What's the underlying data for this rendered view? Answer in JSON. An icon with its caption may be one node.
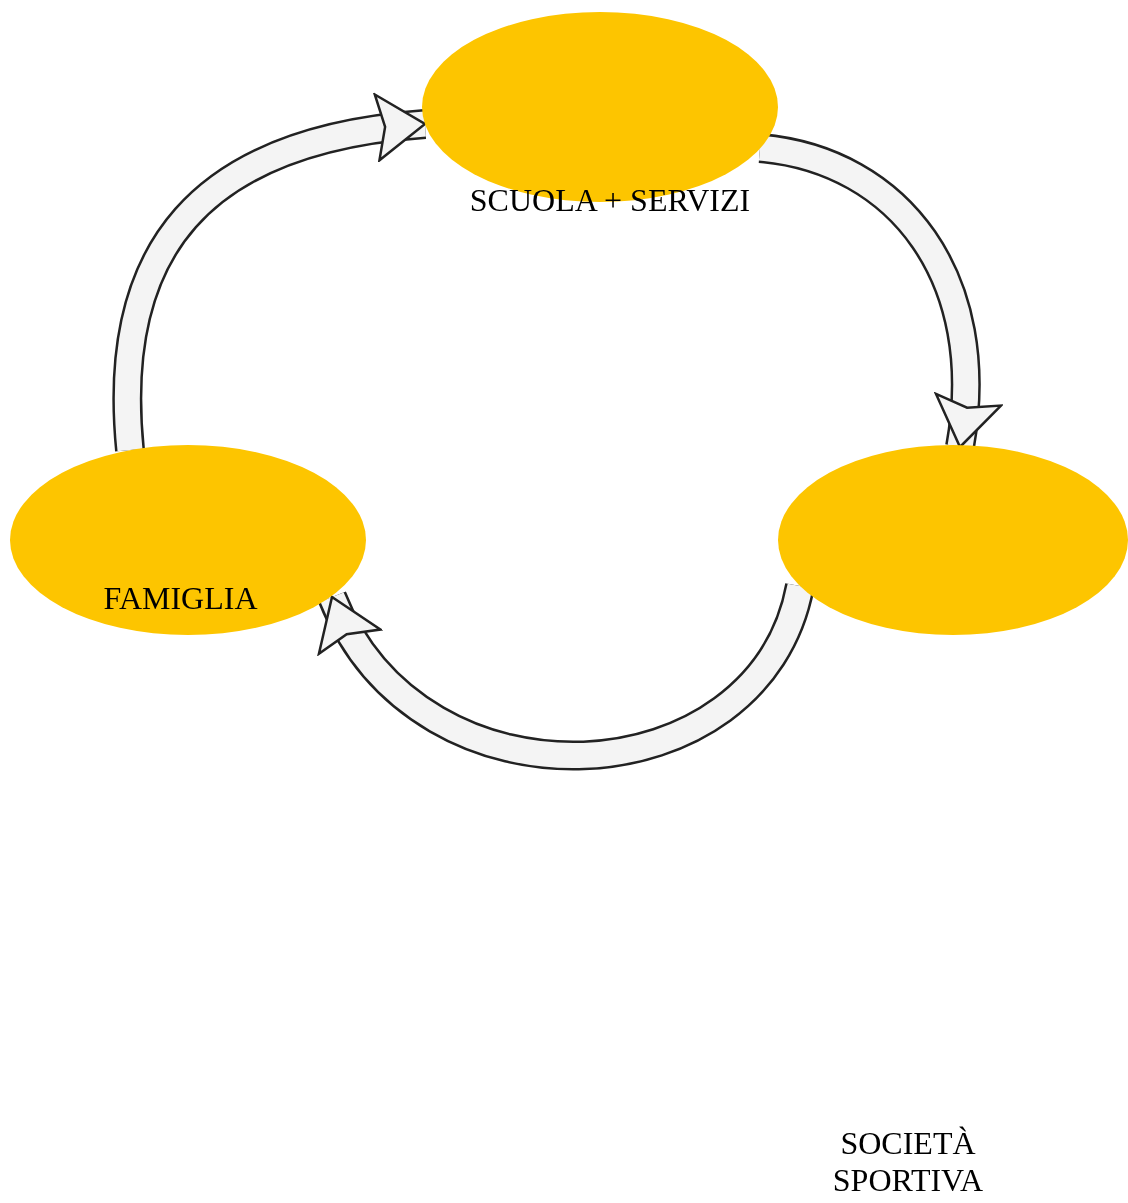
{
  "diagram": {
    "nodes": [
      {
        "text": [
          "SCUOLA + SERVIZI"
        ]
      },
      {
        "text": [
          "FAMIGLIA"
        ]
      },
      {
        "text": [],
        "shape": "ellipse"
      }
    ],
    "labels": [
      "SOCIETÀ SPORTIVA"
    ],
    "edges": [
      {
        "from": 1,
        "to": 0,
        "arrow": "to"
      },
      {
        "from": 0,
        "to": 2,
        "arrow": "to"
      },
      {
        "from": 2,
        "to": 1,
        "arrow": "to"
      }
    ]
  }
}
